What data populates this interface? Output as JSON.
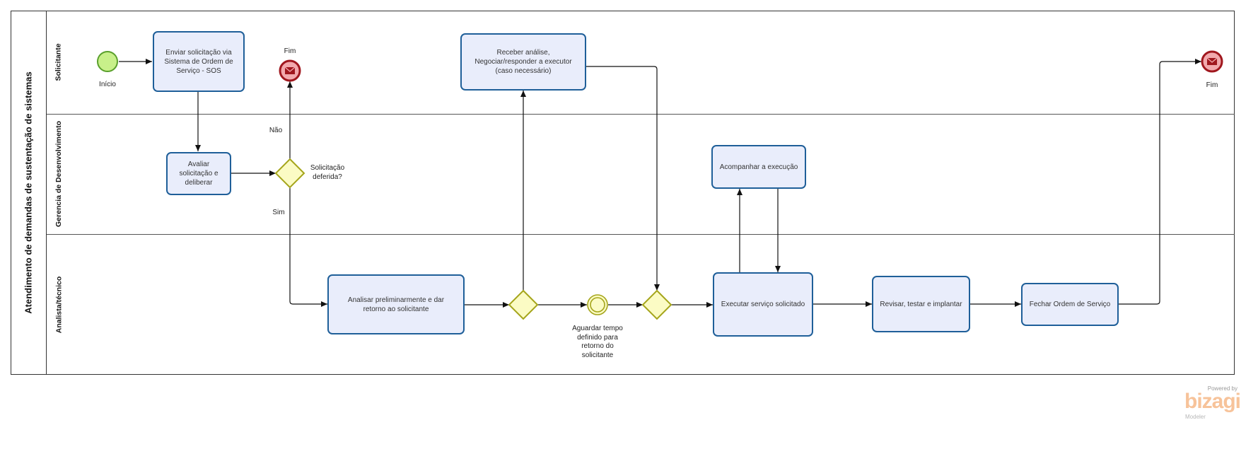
{
  "pool": {
    "title": "Atendimento de demandas de sustentação de sistemas",
    "lanes": [
      {
        "label": "Solicitante"
      },
      {
        "label": "Gerencia de Desenvolvimento"
      },
      {
        "label": "Analista/técnico"
      }
    ]
  },
  "tasks": {
    "enviar": "Enviar solicitação via\nSistema  de Ordem de\nServiço - SOS",
    "avaliar": "Avaliar\nsolicitação e\ndeliberar",
    "receber": "Receber análise,\nNegociar/responder a executor\n(caso necessário)",
    "acompanhar": "Acompanhar a execução",
    "analisar": "Analisar preliminarmente e dar\nretorno ao solicitante",
    "executar": "Executar serviço solicitado",
    "revisar": "Revisar, testar e implantar",
    "fechar": "Fechar Ordem de Serviço"
  },
  "events": {
    "start": "Início",
    "end1": "Fim",
    "end2": "Fim",
    "timer": "Aguardar tempo\ndefinido para\nretorno do\nsolicitante"
  },
  "gateway": {
    "question": "Solicitação\ndeferida?",
    "no": "Não",
    "yes": "Sim"
  },
  "colors": {
    "task_fill": "#e9edfb",
    "task_border": "#1f5f99",
    "start_fill": "#c8f08a",
    "start_border": "#5aa02c",
    "end_fill": "#f2a9ad",
    "end_border": "#a0171e",
    "gateway_fill": "#fbfbc4",
    "gateway_border": "#a5a51b"
  },
  "branding": {
    "powered": "Powered by",
    "name": "bizagi",
    "product": "Modeler"
  }
}
